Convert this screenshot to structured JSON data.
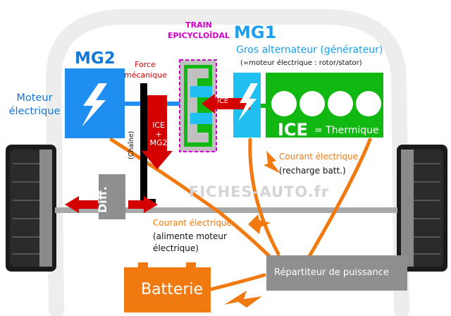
{
  "mg2": {
    "title": "MG2",
    "side_label_line1": "Moteur",
    "side_label_line2": "électrique",
    "color": "#1e8ff0"
  },
  "mg1": {
    "title": "MG1",
    "subtitle": "Gros alternateur (générateur)",
    "note": "(=moteur électrique : rotor/stator)",
    "color": "#1fc0f0"
  },
  "train": {
    "line1": "TRAIN",
    "line2": "EPICYCLOÏDAL",
    "color": "#d400c8"
  },
  "force": {
    "line1": "Force",
    "line2": "mécanique",
    "color": "#d40000"
  },
  "chain_label": "(Chaîne)",
  "ice_combined": {
    "line1": "ICE",
    "line2": "+",
    "line3": "MG2"
  },
  "ice_arrow_label": "ICE",
  "engine": {
    "label": "ICE",
    "suffix": "= Thermique",
    "color": "#11b811"
  },
  "differential_label": "Diff.",
  "current_recharge": {
    "title": "Courant électrique",
    "detail": "(recharge batt.)"
  },
  "current_motor": {
    "title": "Courant électrique",
    "detail": "(alimente moteur électrique)"
  },
  "battery_label": "Batterie",
  "distributor_label": "Répartiteur de puissance",
  "watermark": "FICHES-AUTO.fr",
  "icons": {
    "lightning": "lightning-icon",
    "arrow": "arrow-icon"
  },
  "colors": {
    "current": "#f07a10",
    "mechanical": "#d40000",
    "chain": "#000000",
    "diff": "#8f8f8f",
    "distributor": "#8f8f8f",
    "battery": "#f07a10"
  }
}
